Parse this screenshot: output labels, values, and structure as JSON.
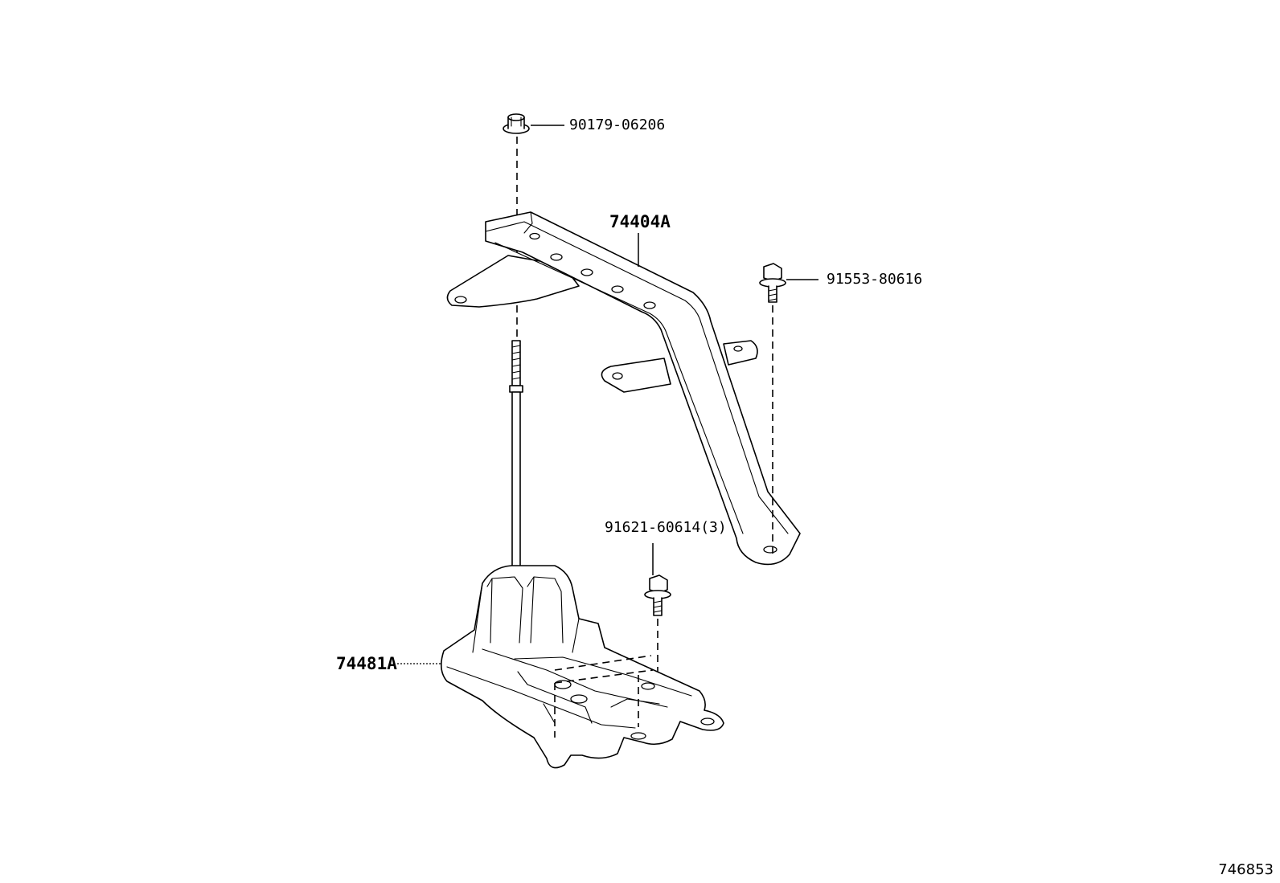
{
  "parts": {
    "nut_top": {
      "part_no": "90179-06206"
    },
    "hold_down_bracket": {
      "part_no": "74404A"
    },
    "bolt_right": {
      "part_no": "91553-80616"
    },
    "bolt_lower": {
      "part_no": "91621-60614(3)"
    },
    "battery_tray": {
      "part_no": "74481A"
    }
  },
  "figure_ref": "746853"
}
